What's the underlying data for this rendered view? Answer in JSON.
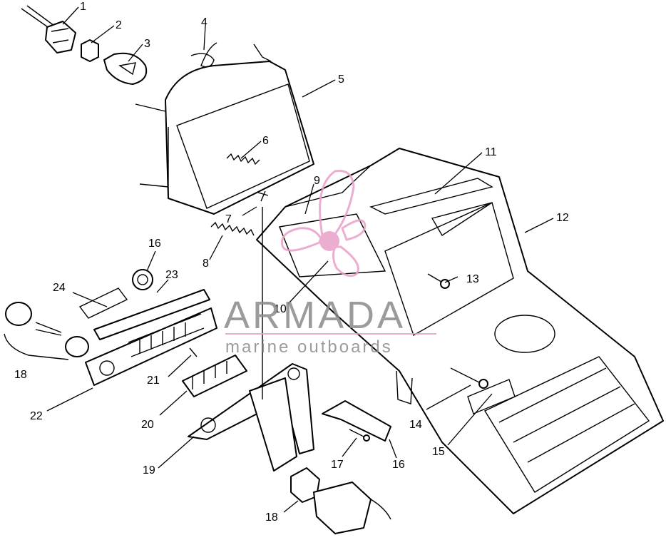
{
  "watermark": {
    "brand": "ARMADA",
    "tagline": "marine outboards",
    "color": "#e8a0c8",
    "text_color": "#8a8a8a"
  },
  "labels": [
    "1",
    "2",
    "3",
    "4",
    "5",
    "6",
    "7",
    "8",
    "9",
    "10",
    "11",
    "12",
    "13",
    "14",
    "15",
    "16",
    "23",
    "24",
    "18",
    "21",
    "22",
    "20",
    "19",
    "17",
    "16",
    "18"
  ]
}
